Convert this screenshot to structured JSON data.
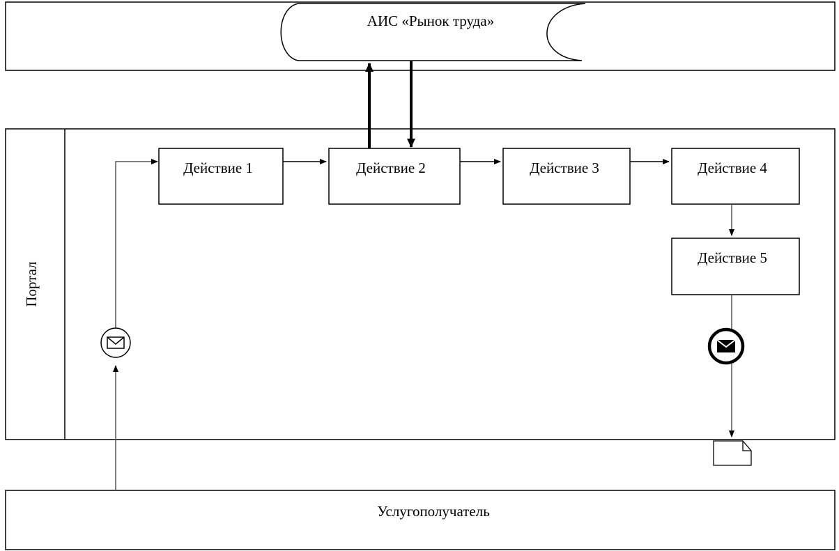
{
  "system": {
    "label": "АИС «Рынок труда»",
    "icon": "tape-storage-icon"
  },
  "portal_lane": {
    "label": "Портал"
  },
  "recipient_lane": {
    "label": "Услугополучатель"
  },
  "actions": [
    {
      "label": "Действие 1"
    },
    {
      "label": "Действие 2"
    },
    {
      "label": "Действие 3"
    },
    {
      "label": "Действие 4"
    },
    {
      "label": "Действие 5"
    }
  ],
  "events": {
    "start_message": {
      "icon": "envelope-icon",
      "type": "catching-message"
    },
    "end_message": {
      "icon": "envelope-filled-icon",
      "type": "throwing-message"
    },
    "output_document": {
      "icon": "document-icon"
    }
  },
  "colors": {
    "stroke": "#000000",
    "connector": "#555555",
    "background": "#ffffff"
  }
}
